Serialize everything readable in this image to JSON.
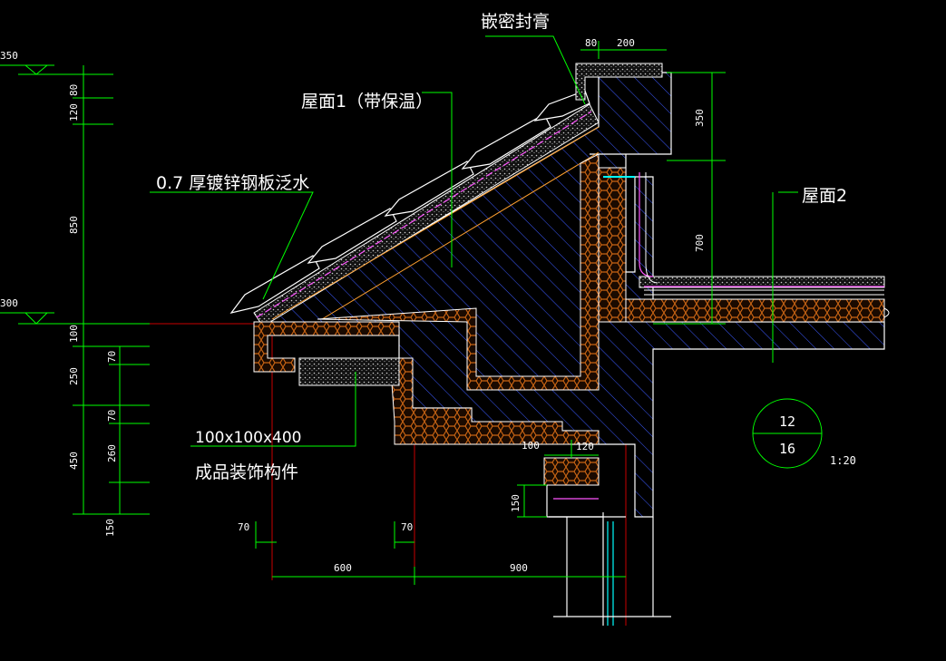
{
  "colors": {
    "background": "#000000",
    "leader": "#00ff00",
    "dim_line": "#00ff00",
    "outline": "#ffffff",
    "insulation": "#c86414",
    "concrete_hatch": "#3c5aff",
    "membrane": "#ff55ff",
    "orange_line": "#ffa030",
    "red_line": "#c80000",
    "cyan": "#00ffff",
    "text": "#ffffff"
  },
  "annotations": {
    "sealant": "嵌密封膏",
    "roof1": "屋面1（带保温）",
    "flashing": "0.7  厚镀锌钢板泛水",
    "roof2": "屋面2",
    "component_size": "100x100x400",
    "component_name": "成品装饰构件"
  },
  "detail_ref": {
    "top": "12",
    "bottom": "16",
    "scale": "1:20"
  },
  "elevations": [
    "350",
    "300"
  ],
  "dimensions": {
    "top": [
      "80",
      "200"
    ],
    "right": [
      "350",
      "700"
    ],
    "left_outer": [
      "80",
      "120",
      "850",
      "100",
      "250",
      "450",
      "150"
    ],
    "left_inner": [
      "70",
      "70",
      "260"
    ],
    "right_small": [
      "100",
      "120",
      "150"
    ],
    "bottom_small": [
      "70",
      "70"
    ],
    "bottom": [
      "600",
      "900"
    ]
  }
}
